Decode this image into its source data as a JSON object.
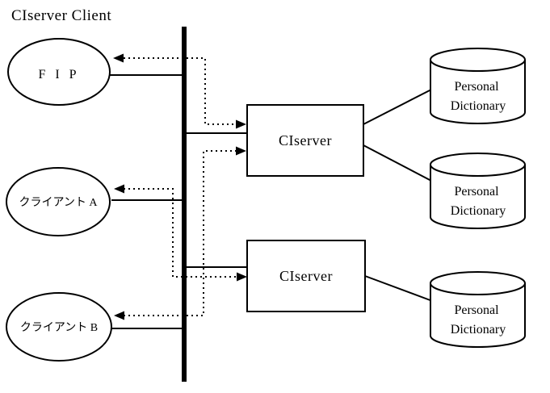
{
  "title": "CIserver Client",
  "nodes": {
    "clients": [
      {
        "id": "fip",
        "label": "F I P"
      },
      {
        "id": "client-a",
        "label": "クライアント A"
      },
      {
        "id": "client-b",
        "label": "クライアント B"
      }
    ],
    "servers": [
      {
        "id": "ciserver-1",
        "label": "CIserver"
      },
      {
        "id": "ciserver-2",
        "label": "CIserver"
      }
    ],
    "databases": [
      {
        "id": "dictionary-1",
        "label_line1": "Personal",
        "label_line2": "Dictionary"
      },
      {
        "id": "dictionary-2",
        "label_line1": "Personal",
        "label_line2": "Dictionary"
      },
      {
        "id": "dictionary-3",
        "label_line1": "Personal",
        "label_line2": "Dictionary"
      }
    ]
  },
  "connections": {
    "solid": [
      {
        "from": "fip",
        "to": "bus"
      },
      {
        "from": "client-a",
        "to": "bus"
      },
      {
        "from": "client-b",
        "to": "bus"
      },
      {
        "from": "bus",
        "to": "ciserver-1"
      },
      {
        "from": "bus",
        "to": "ciserver-2"
      },
      {
        "from": "ciserver-1",
        "to": "dictionary-1"
      },
      {
        "from": "ciserver-1",
        "to": "dictionary-2"
      },
      {
        "from": "ciserver-2",
        "to": "dictionary-3"
      }
    ],
    "dotted_arrows": [
      {
        "between": "fip",
        "and": "ciserver-1"
      },
      {
        "between": "client-a",
        "and": "ciserver-2"
      },
      {
        "between": "client-b",
        "and": "ciserver-1"
      }
    ]
  },
  "colors": {
    "line": "#000000",
    "background": "#ffffff"
  }
}
